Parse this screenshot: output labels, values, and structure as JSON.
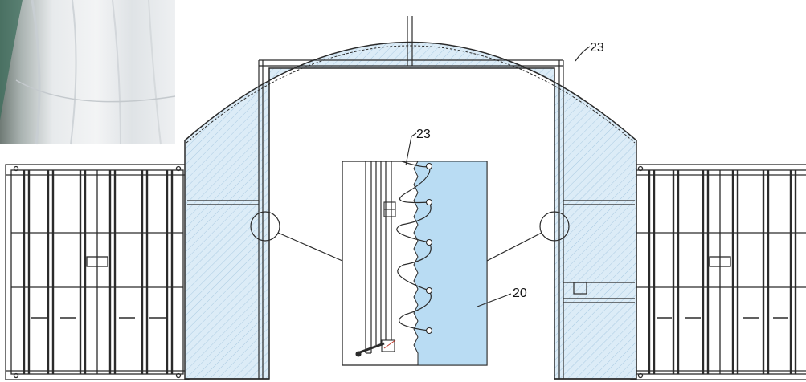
{
  "callouts": {
    "top_arch": "23",
    "detail_top": "23",
    "detail_panel": "20"
  },
  "colors": {
    "fill_light_blue": "#dcecf7",
    "panel_blue": "#b9dcf3",
    "line": "#2b2b2b",
    "fabric_light": "#eceef0",
    "fabric_shadow": "#c9ced3"
  }
}
